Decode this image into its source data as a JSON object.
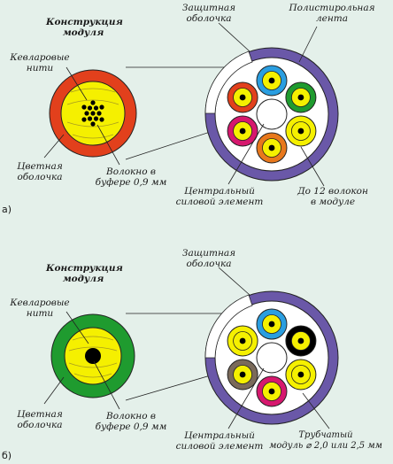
{
  "colors": {
    "background": "#e4f0ea",
    "red": "#e2401c",
    "green": "#1f9b2f",
    "yellow": "#f5f000",
    "purple": "#6a58a8",
    "blue": "#2a9ee0",
    "magenta": "#d6186e",
    "orange": "#e8781c",
    "black": "#000000",
    "gray": "#8f8f8f",
    "brown": "#7a6a5a",
    "white": "#ffffff"
  },
  "panel_a": {
    "marker": "а)",
    "title_line1": "Конструкция",
    "title_line2": "модуля",
    "module_ring_color": "red",
    "label_kevlar_line1": "Кевларовые",
    "label_kevlar_line2": "нити",
    "label_jacket_line1": "Цветная",
    "label_jacket_line2": "оболочка",
    "label_fiber_line1": "Волокно в",
    "label_fiber_line2": "буфере 0,9 мм",
    "label_protect_line1": "Защитная",
    "label_protect_line2": "оболочка",
    "label_tape_line1": "Полистирольная",
    "label_tape_line2": "лента",
    "label_central_line1": "Центральный",
    "label_central_line2": "силовой элемент",
    "label_upto_line1": "До 12 волокон",
    "label_upto_line2": "в модуле",
    "modules": [
      "blue",
      "green",
      "yellow",
      "orange",
      "magenta",
      "red"
    ]
  },
  "panel_b": {
    "marker": "б)",
    "title_line1": "Конструкция",
    "title_line2": "модуля",
    "module_ring_color": "green",
    "label_kevlar_line1": "Кевларовые",
    "label_kevlar_line2": "нити",
    "label_jacket_line1": "Цветная",
    "label_jacket_line2": "оболочка",
    "label_fiber_line1": "Волокно в",
    "label_fiber_line2": "буфере 0,9 мм",
    "label_protect_line1": "Защитная",
    "label_protect_line2": "оболочка",
    "label_central_line1": "Центральный",
    "label_central_line2": "силовой элемент",
    "label_tube_line1": "Трубчатый",
    "label_tube_line2": "модуль ⌀ 2,0 или 2,5 мм",
    "modules": [
      "blue",
      "black",
      "yellow",
      "magenta",
      "brown",
      "yellow"
    ]
  }
}
